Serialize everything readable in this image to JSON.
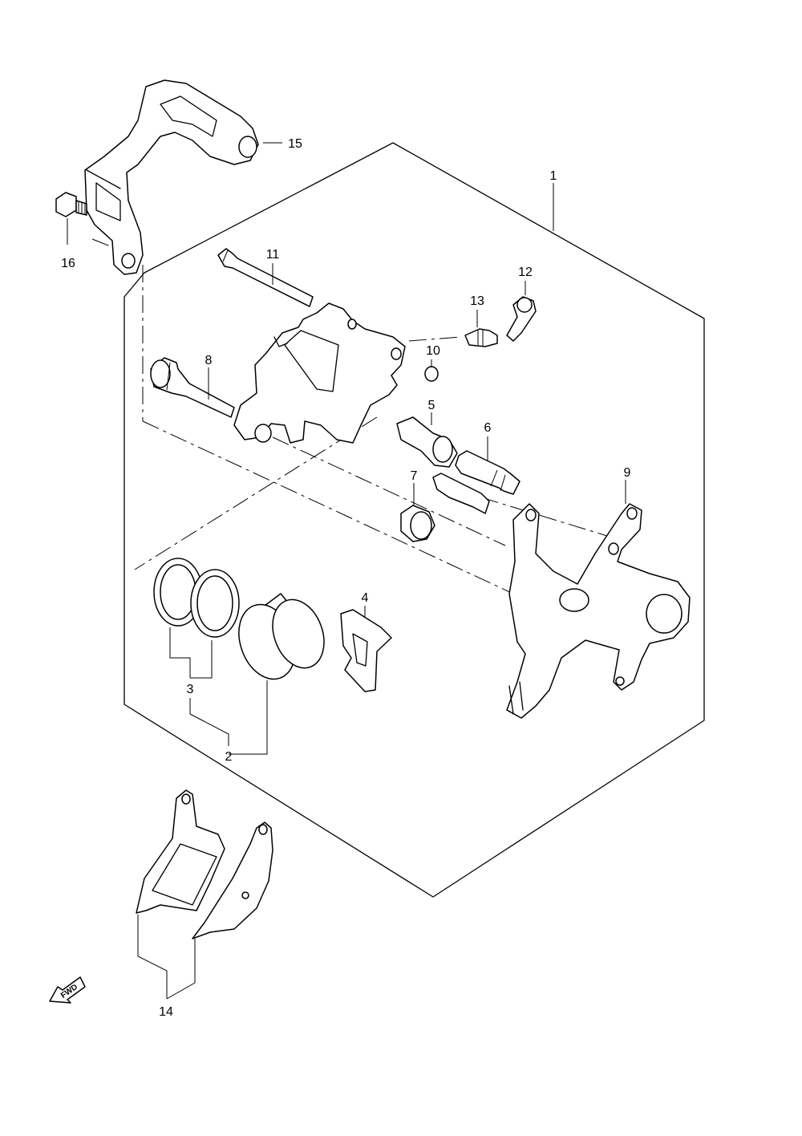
{
  "diagram": {
    "callouts": [
      {
        "id": "1",
        "text": "1"
      },
      {
        "id": "2",
        "text": "2"
      },
      {
        "id": "3",
        "text": "3"
      },
      {
        "id": "4",
        "text": "4"
      },
      {
        "id": "5",
        "text": "5"
      },
      {
        "id": "6",
        "text": "6"
      },
      {
        "id": "7",
        "text": "7"
      },
      {
        "id": "8",
        "text": "8"
      },
      {
        "id": "9",
        "text": "9"
      },
      {
        "id": "10",
        "text": "10"
      },
      {
        "id": "11",
        "text": "11"
      },
      {
        "id": "12",
        "text": "12"
      },
      {
        "id": "13",
        "text": "13"
      },
      {
        "id": "14",
        "text": "14"
      },
      {
        "id": "15",
        "text": "15"
      },
      {
        "id": "16",
        "text": "16"
      }
    ],
    "direction_marker": "FWD",
    "colors": {
      "line": "#000000",
      "background": "#ffffff"
    }
  }
}
